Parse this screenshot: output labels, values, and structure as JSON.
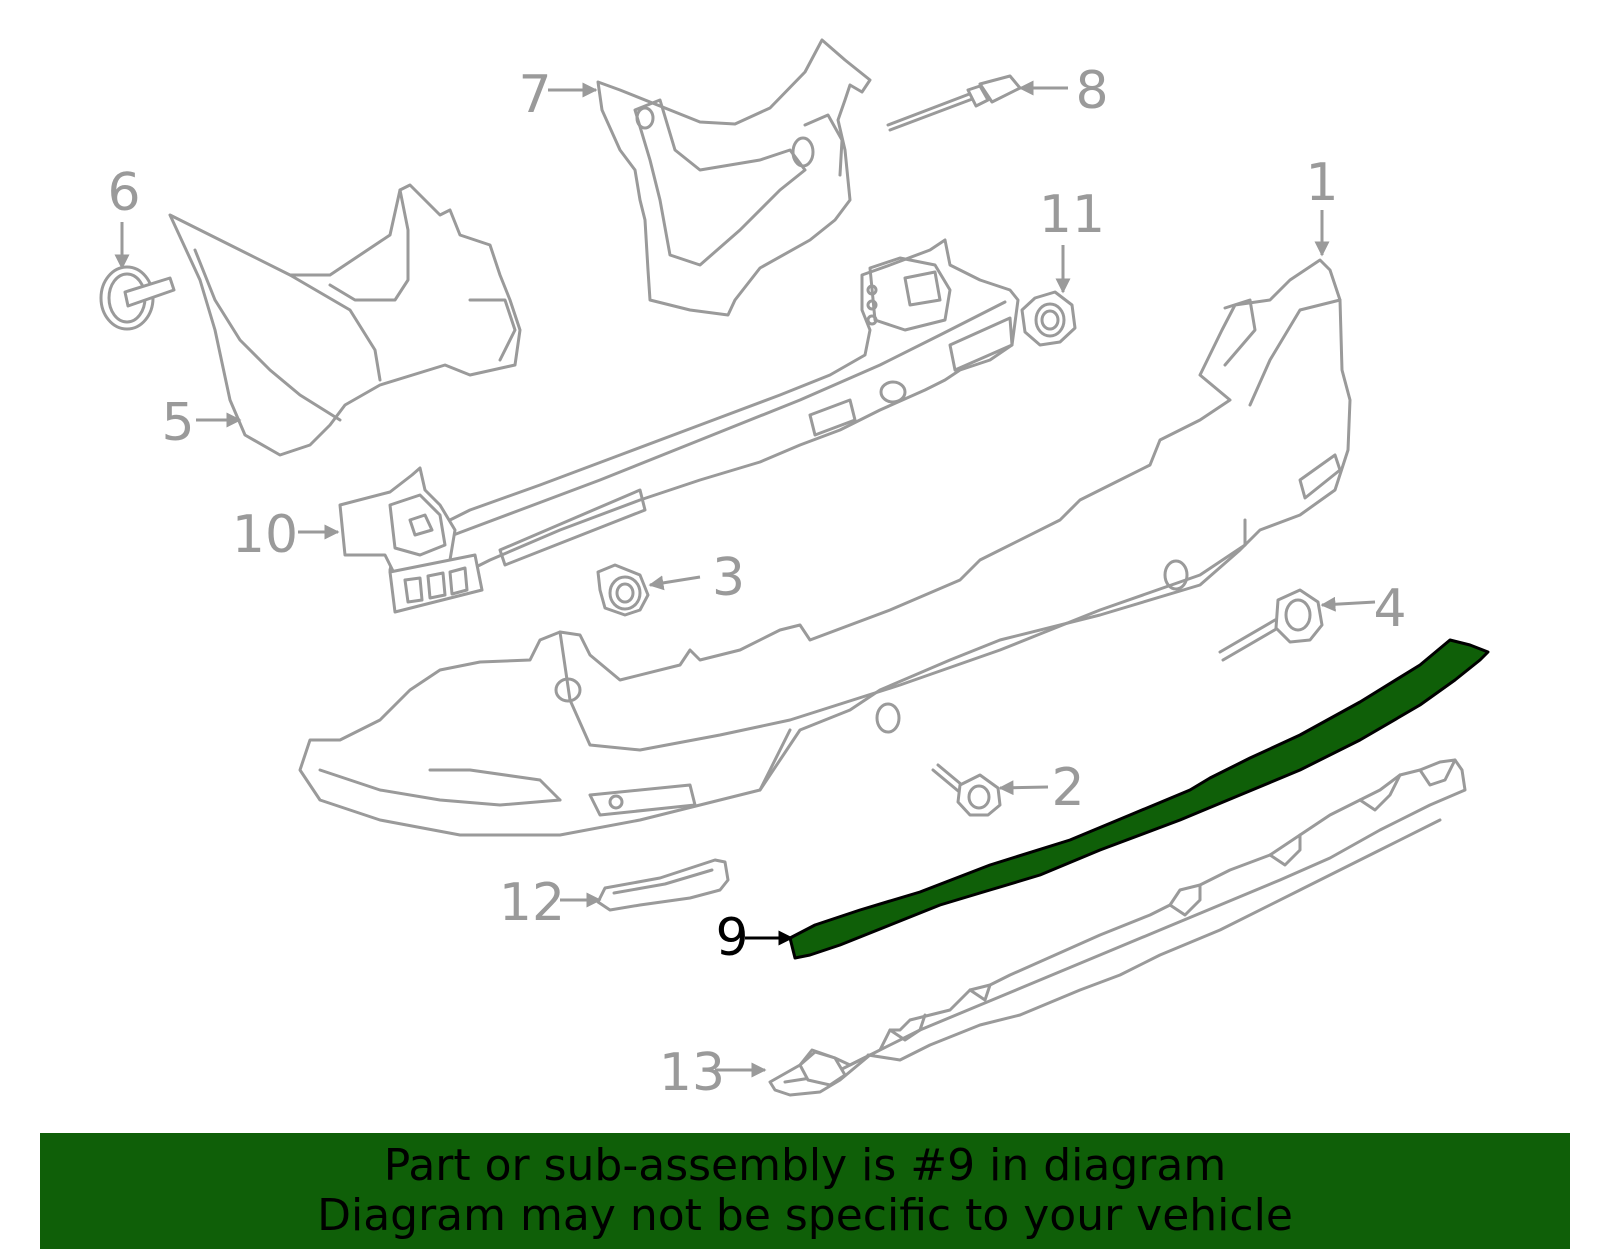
{
  "colors": {
    "highlight_fill": "#0f5f08",
    "banner_background": "#0f5f08",
    "part_stroke": "#9a9a9a",
    "highlight_stroke": "#000000"
  },
  "callouts": {
    "c1": "1",
    "c2": "2",
    "c3": "3",
    "c4": "4",
    "c5": "5",
    "c6": "6",
    "c7": "7",
    "c8": "8",
    "c9": "9",
    "c10": "10",
    "c11": "11",
    "c12": "12",
    "c13": "13"
  },
  "highlighted_part": "9",
  "banner": {
    "line1": "Part or sub-assembly is #9 in diagram",
    "line2": "Diagram may not be specific to your vehicle"
  }
}
